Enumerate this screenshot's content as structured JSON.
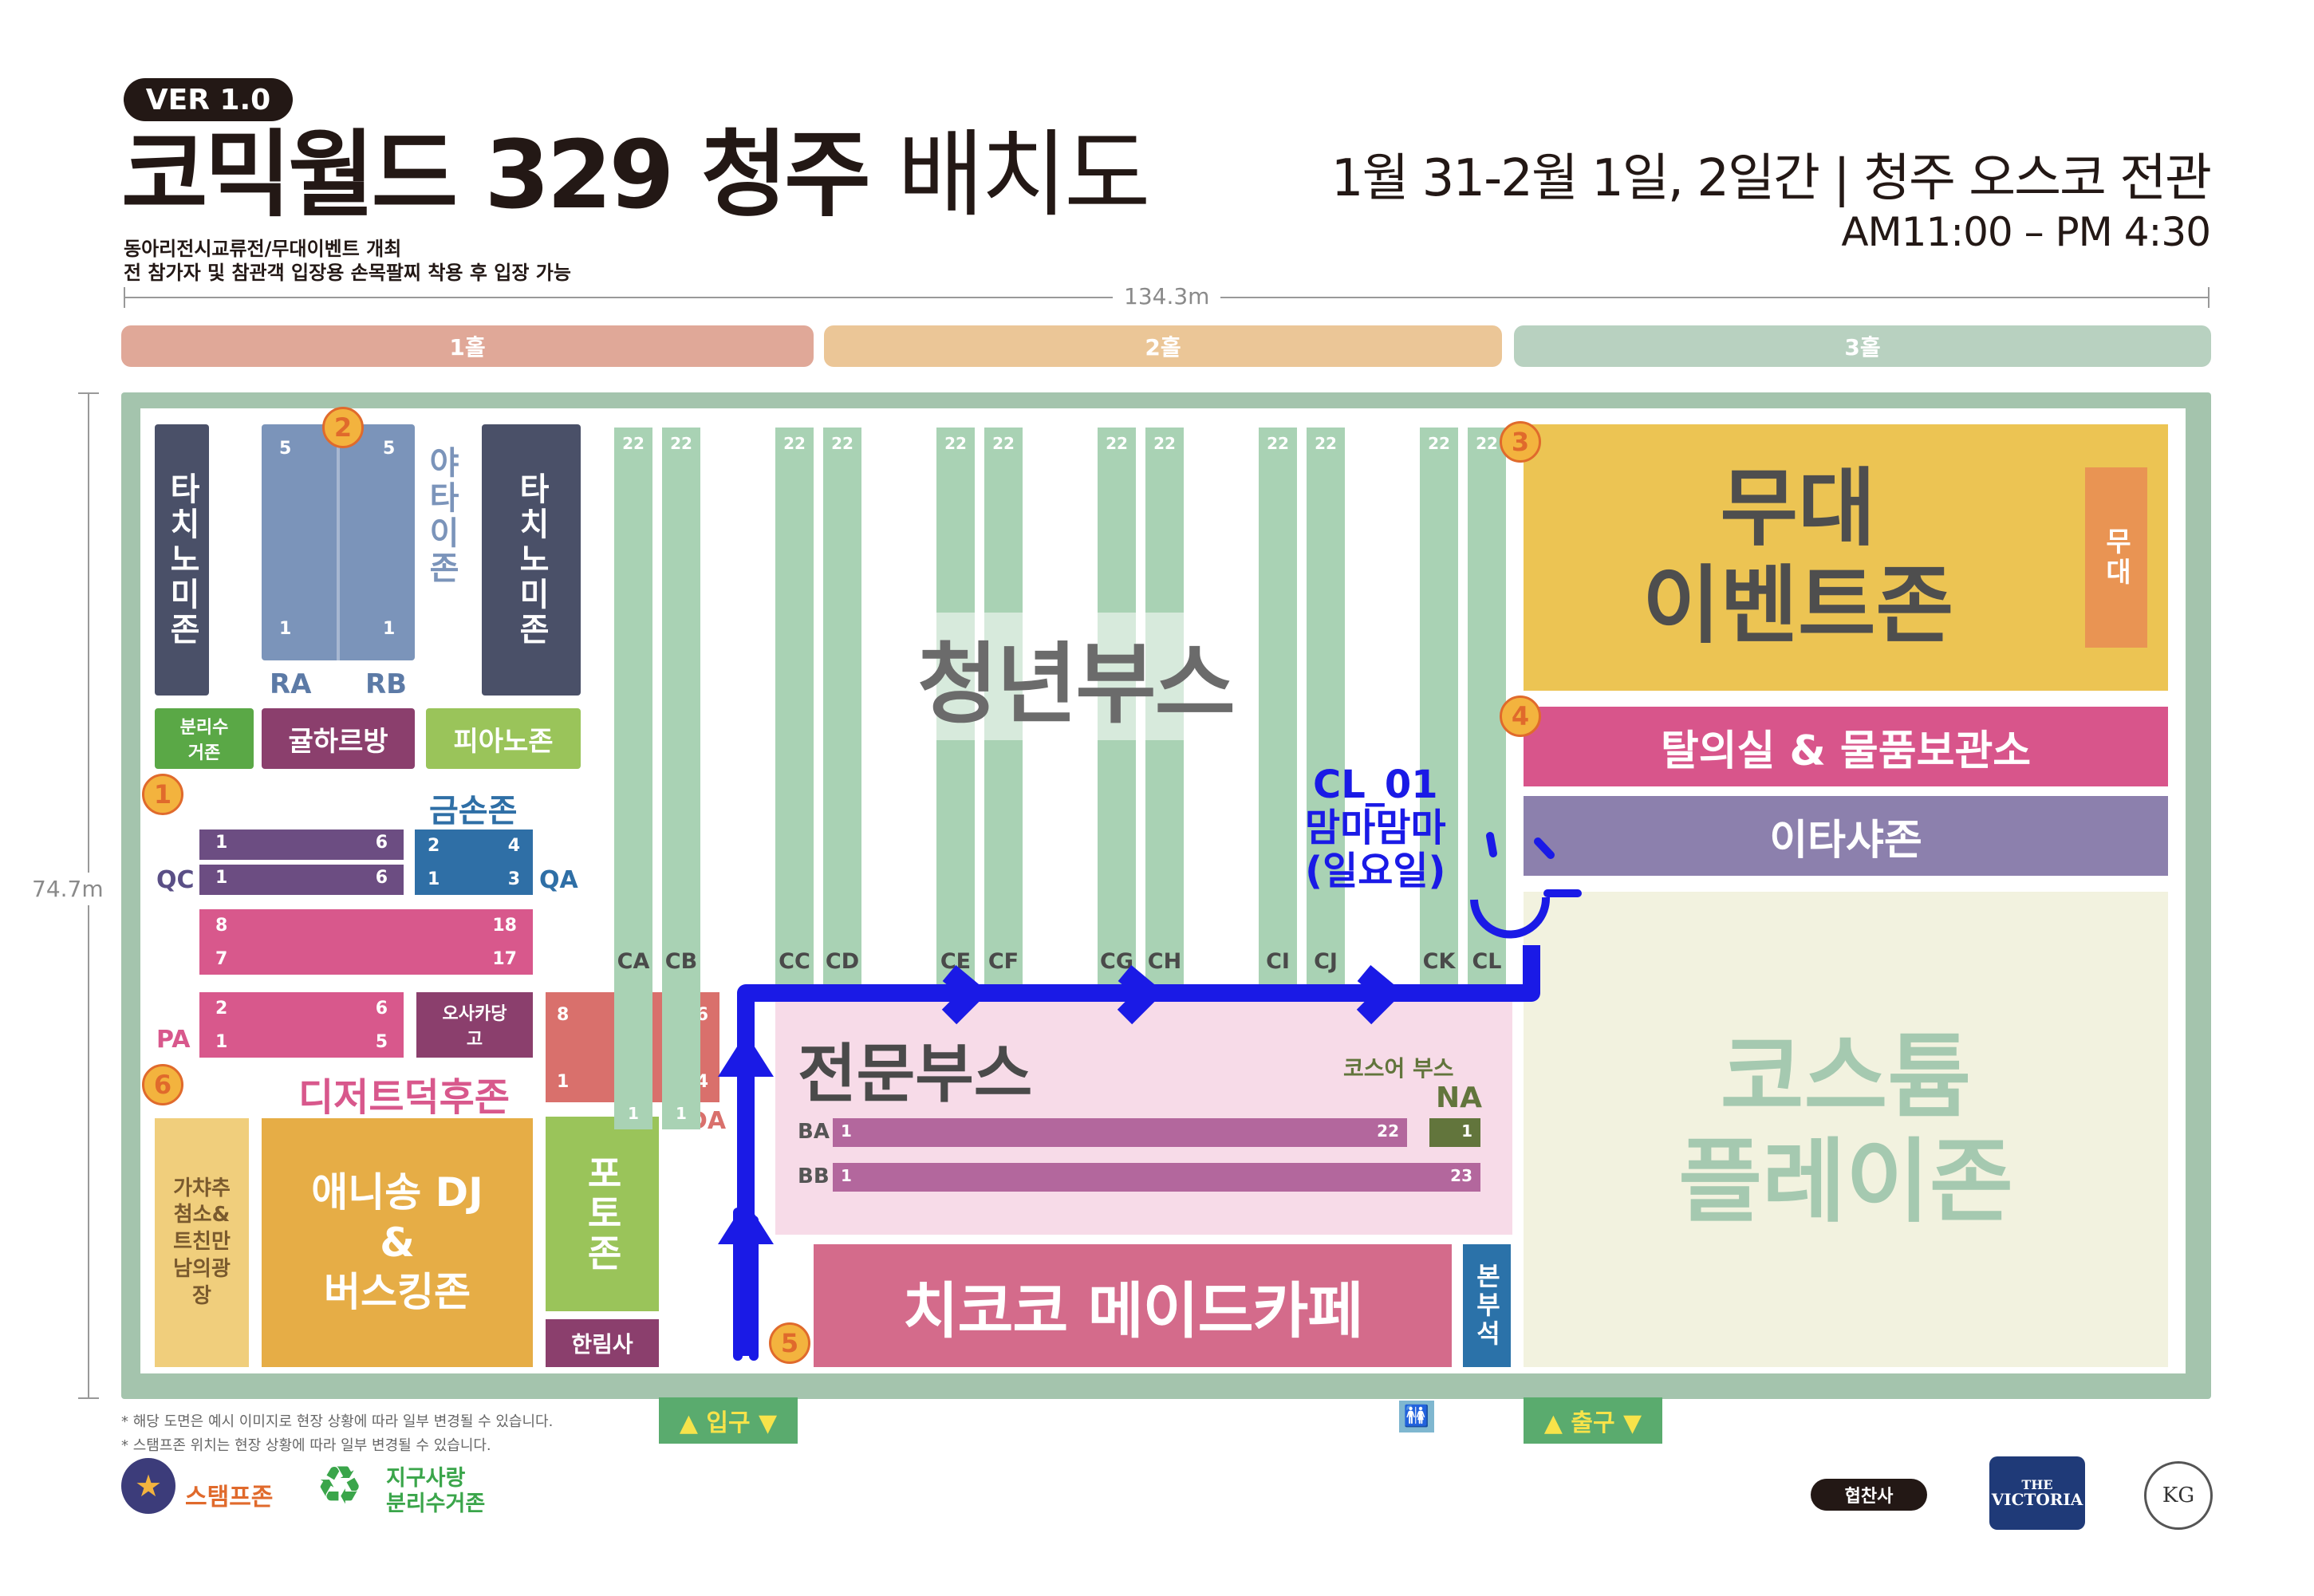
{
  "header": {
    "version": "VER 1.0",
    "title_bold": "코믹월드 329 청주",
    "title_thin": "배치도",
    "sub1": "동아리전시교류전/무대이벤트 개최",
    "sub2": "전 참가자 및 참관객 입장용 손목팔찌 착용 후 입장 가능",
    "dates": "1월 31-2월 1일, 2일간 | 청주 오스코 전관",
    "hours": "AM11:00 – PM 4:30",
    "width_dim": "134.3m",
    "height_dim": "74.7m"
  },
  "halls": [
    "1홀",
    "2홀",
    "3홀"
  ],
  "zones": {
    "tachinomi": "타치노미존",
    "yatai": "야타이존",
    "ra": "RA",
    "rb": "RB",
    "bunri": "분리수거존",
    "gulharu": "귤하르방",
    "piano": "피아노존",
    "geumson": "금손존",
    "qc": "QC",
    "qa": "QA",
    "pa": "PA",
    "osaka": "오사카당고",
    "dessert": "디저트덕후존",
    "da": "DA",
    "gacha": "가챠추첨소&트친만남의광장",
    "anisong1": "애니송 DJ",
    "anisong2": "&",
    "anisong3": "버스킹존",
    "photo": "포토존",
    "hanrim": "한림사",
    "cheongnyeon": "청년부스",
    "stage1": "무대",
    "stage2": "이벤트존",
    "stage_small": "무대",
    "dressing": "탈의실 & 물품보관소",
    "itasha": "이타샤존",
    "costume1": "코스튬",
    "costume2": "플레이존",
    "jeonmun": "전문부스",
    "coser1": "코스어 부스",
    "coser2": "NA",
    "ba": "BA",
    "bb": "BB",
    "maid": "치코코 메이드카페",
    "bonbu": "본부석",
    "entrance": "▲ 입구 ▼",
    "exit": "▲ 출구 ▼"
  },
  "booth_numbers": {
    "ra_top": "5",
    "ra_bot": "1",
    "rb_top": "5",
    "rb_bot": "1",
    "qc1": [
      "1",
      "6"
    ],
    "qc2": [
      "1",
      "6"
    ],
    "qa1": [
      "2",
      "4"
    ],
    "qa2": [
      "1",
      "3"
    ],
    "r18": [
      "8",
      "18"
    ],
    "r17": [
      "7",
      "17"
    ],
    "pa1": [
      "2",
      "6"
    ],
    "pa2": [
      "1",
      "5"
    ],
    "da_tl": "8",
    "da_tr": "6",
    "da_bl": "1",
    "da_br": "4",
    "ba": [
      "1",
      "22"
    ],
    "bb": [
      "1",
      "23"
    ],
    "na": "1",
    "col_top": "22",
    "col_bot": "1"
  },
  "columns": [
    "CA",
    "CB",
    "CC",
    "CD",
    "CE",
    "CF",
    "CG",
    "CH",
    "CI",
    "CJ",
    "CK",
    "CL"
  ],
  "markers": [
    "1",
    "2",
    "3",
    "4",
    "5",
    "6"
  ],
  "annotation": {
    "line1": "CL_01",
    "line2": "맘마맘마",
    "line3": "(일요일)"
  },
  "footer": {
    "note1": "* 해당 도면은 예시 이미지로 현장 상황에 따라 일부 변경될 수 있습니다.",
    "note2": "* 스탬프존 위치는 현장 상황에 따라 일부 변경될 수 있습니다.",
    "stamp": "스탬프존",
    "recycle1": "지구사랑",
    "recycle2": "분리수거존",
    "sponsor": "협찬사",
    "victoria1": "THE",
    "victoria2": "VICTORIA",
    "logo_mark": "KG"
  },
  "icons": [
    "restroom-icon",
    "recycle-icon",
    "stamp-mascot-icon"
  ],
  "colors": {
    "hall1": "#e0a898",
    "hall2": "#ebc697",
    "hall3": "#b8d1c0",
    "floor_border": "#a4c4ad",
    "col": "#a9d2b4",
    "navy": "#4a5068",
    "slate": "#7b94ba",
    "green": "#5aa846",
    "plum": "#8b3f6d",
    "lime": "#9ac45a",
    "purple": "#6c4d82",
    "blue": "#2f6fa6",
    "pink": "#d8588c",
    "salmon": "#d9706c",
    "mustard": "#e6ad46",
    "stage": "#ecc453",
    "orange": "#e99453",
    "magenta": "#d8558b",
    "itasha": "#8c80ad",
    "costume_bg": "#f2f2df",
    "costume_txt": "#a5c9b0",
    "jeonmun_bg": "#f7dbe8",
    "ba": "#b3679d",
    "na": "#62753c",
    "maid": "#d46b8b",
    "bonbu": "#2b72a9",
    "annotation": "#1a1ae6"
  }
}
